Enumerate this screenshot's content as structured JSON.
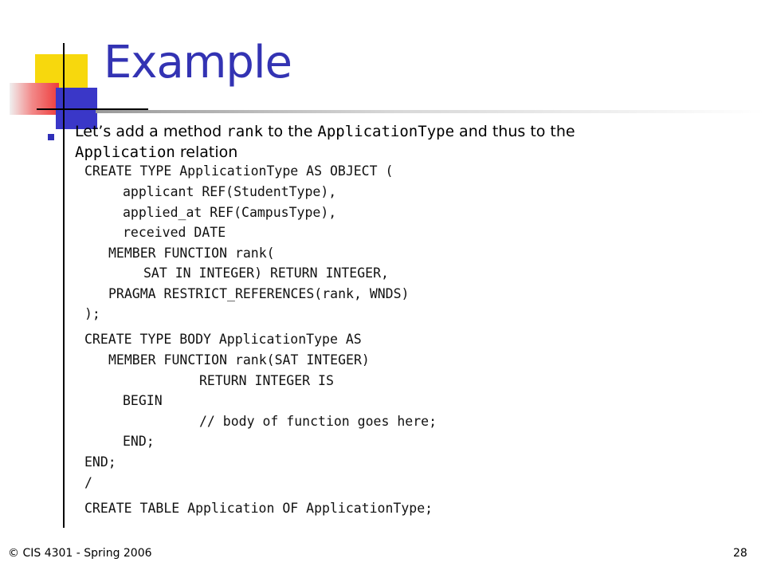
{
  "slide": {
    "title": "Example",
    "bullet": {
      "t1": "Let’s add a method ",
      "c1": "rank",
      "t2": " to the ",
      "c2": "ApplicationType",
      "t3": " and thus to the ",
      "c3": "Application",
      "t4": " relation"
    },
    "code": [
      "CREATE TYPE ApplicationType AS OBJECT (",
      "applicant REF(StudentType),",
      "applied_at REF(CampusType),",
      "received DATE",
      "MEMBER FUNCTION rank(",
      "SAT IN INTEGER) RETURN INTEGER,",
      "PRAGMA RESTRICT_REFERENCES(rank, WNDS)",
      ");",
      "CREATE TYPE BODY ApplicationType AS",
      "MEMBER FUNCTION rank(SAT INTEGER)",
      "RETURN INTEGER IS",
      "BEGIN",
      "// body of function goes here;",
      "END;",
      "END;",
      "/",
      "CREATE TABLE Application OF ApplicationType;"
    ],
    "footer": {
      "left": "© CIS 4301 - Spring 2006",
      "page": "28"
    }
  }
}
